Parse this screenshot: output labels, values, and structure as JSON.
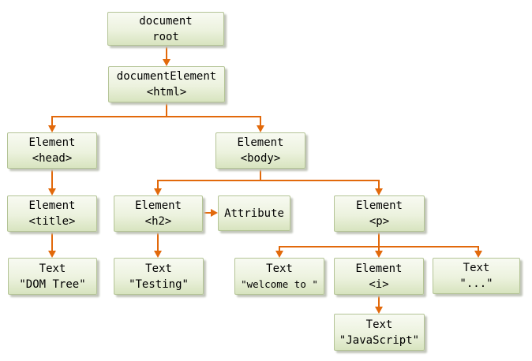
{
  "diagram": {
    "description": "DOM tree diagram",
    "colors": {
      "arrow": "#e2690b",
      "node_border": "#b4c496",
      "node_fill_top": "#f8faf2",
      "node_fill_mid": "#ecf2de",
      "node_fill_bottom": "#d8e4bf",
      "node_shadow": "#c2c6ba",
      "background": "#ffffff",
      "text": "#000000"
    },
    "nodes": {
      "document_root": {
        "line1": "document",
        "line2": "root"
      },
      "document_element": {
        "line1": "documentElement",
        "line2": "<html>"
      },
      "head": {
        "line1": "Element",
        "line2": "<head>"
      },
      "body": {
        "line1": "Element",
        "line2": "<body>"
      },
      "title": {
        "line1": "Element",
        "line2": "<title>"
      },
      "h2": {
        "line1": "Element",
        "line2": "<h2>"
      },
      "attribute": {
        "line1": "Attribute"
      },
      "p": {
        "line1": "Element",
        "line2": "<p>"
      },
      "text_dom_tree": {
        "line1": "Text",
        "line2": "\"DOM Tree\""
      },
      "text_testing": {
        "line1": "Text",
        "line2": "\"Testing\""
      },
      "text_welcome": {
        "line1": "Text",
        "line2": "\"welcome to \""
      },
      "element_i": {
        "line1": "Element",
        "line2": "<i>"
      },
      "text_dots": {
        "line1": "Text",
        "line2": "\"...\""
      },
      "text_javascript": {
        "line1": "Text",
        "line2": "\"JavaScript\""
      }
    },
    "edges": [
      "document root -> documentElement <html>",
      "documentElement <html> -> Element <head>",
      "documentElement <html> -> Element <body>",
      "Element <head> -> Element <title>",
      "Element <title> -> Text \"DOM Tree\"",
      "Element <body> -> Element <h2>",
      "Element <body> -> Element <p>",
      "Element <h2> -> Attribute",
      "Element <h2> -> Text \"Testing\"",
      "Element <p> -> Text \"welcome to \"",
      "Element <p> -> Element <i>",
      "Element <p> -> Text \"...\"",
      "Element <i> -> Text \"JavaScript\""
    ]
  }
}
